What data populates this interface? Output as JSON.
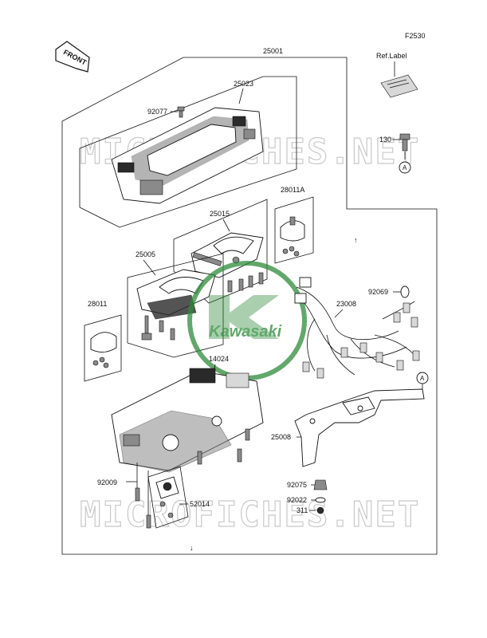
{
  "figure_code": "F2530",
  "front_label": "FRONT",
  "watermark": {
    "text": "MICROFICHES.NET",
    "logo_text": "Kawasaki",
    "color": "#2e8b3a"
  },
  "parts": {
    "p25001": "25001",
    "p25023": "25023",
    "p92077": "92077",
    "p25015": "25015",
    "p28011A": "28011A",
    "p25005": "25005",
    "p28011": "28011",
    "p14024": "14024",
    "p23008": "23008",
    "p92069": "92069",
    "p25008": "25008",
    "p92009": "92009",
    "p52014": "52014",
    "p92075": "92075",
    "p92022": "92022",
    "p311": "311",
    "p130": "130",
    "ref_label": "Ref.Label"
  },
  "ref_markers": {
    "circle_a": "A",
    "arrow_up": "↑",
    "arrow_down": "↓"
  }
}
